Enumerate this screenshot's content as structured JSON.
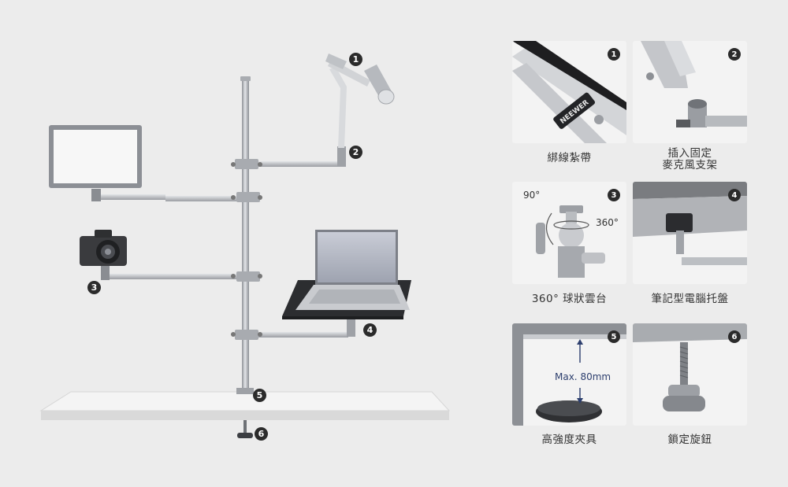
{
  "stage": {
    "callouts": [
      "1",
      "2",
      "3",
      "4",
      "5",
      "6"
    ]
  },
  "panels": [
    {
      "number": "1",
      "caption_lines": [
        "綁線紮帶"
      ],
      "brand_text": "NEEWER"
    },
    {
      "number": "2",
      "caption_lines": [
        "插入固定",
        "麥克風支架"
      ]
    },
    {
      "number": "3",
      "caption_lines": [
        "360° 球狀雲台"
      ],
      "angle_tilt": "90°",
      "angle_rotate": "360°"
    },
    {
      "number": "4",
      "caption_lines": [
        "筆記型電腦托盤"
      ]
    },
    {
      "number": "5",
      "caption_lines": [
        "高強度夾具"
      ],
      "max_label": "Max. 80mm"
    },
    {
      "number": "6",
      "caption_lines": [
        "鎖定旋鈕"
      ]
    }
  ],
  "colors": {
    "background": "#ececec",
    "panel": "#f3f3f3",
    "badge": "#2b2b2b",
    "metal": "#b9bcc1",
    "desk": "#f1f1f1",
    "arrow": "#2d3f6e"
  }
}
